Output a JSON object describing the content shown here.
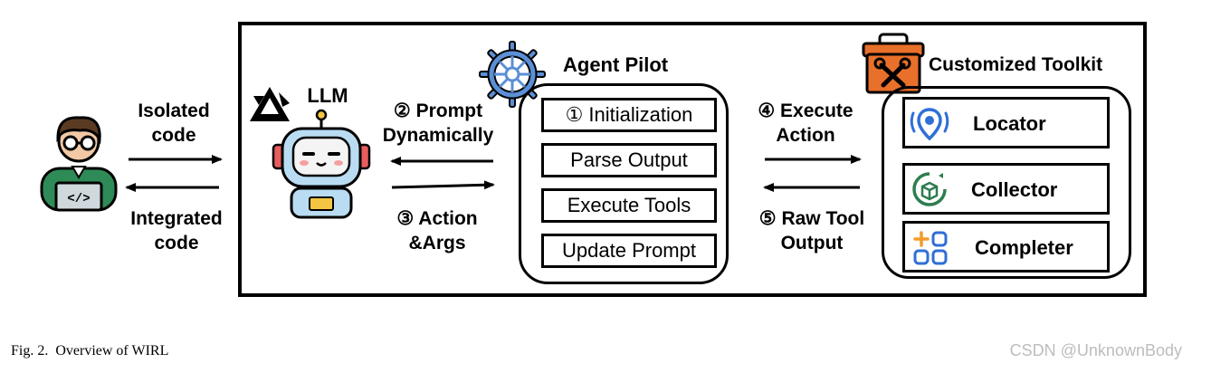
{
  "labels": {
    "isolated_code": [
      "Isolated",
      "code"
    ],
    "integrated_code": [
      "Integrated",
      "code"
    ],
    "llm": "LLM",
    "prompt_dynamically": [
      "② Prompt",
      "Dynamically"
    ],
    "action_args": [
      "③ Action",
      "&Args"
    ],
    "agent_pilot": "Agent Pilot",
    "execute_action": [
      "④ Execute",
      "Action"
    ],
    "raw_tool_output": [
      "⑤ Raw Tool",
      "Output"
    ],
    "customized_toolkit": "Customized Toolkit"
  },
  "agent_pilot_steps": [
    "① Initialization",
    "Parse Output",
    "Execute Tools",
    "Update Prompt"
  ],
  "toolkit": {
    "locator": "Locator",
    "collector": "Collector",
    "completer": "Completer"
  },
  "caption": "Fig. 2.  Overview of WIRL",
  "watermark": "CSDN @UnknownBody",
  "colors": {
    "developer_shirt": "#2e8b57",
    "developer_hair": "#5a3b22",
    "robot_body": "#b9dcf2",
    "robot_face": "#f4f4f4",
    "robot_accent": "#f4c542",
    "wheel_blue": "#5b8fd6",
    "toolbox_orange": "#e8702a",
    "locator_blue": "#2f6fd6",
    "collector_green": "#2e7d4f",
    "completer_orange": "#f39c2a"
  }
}
